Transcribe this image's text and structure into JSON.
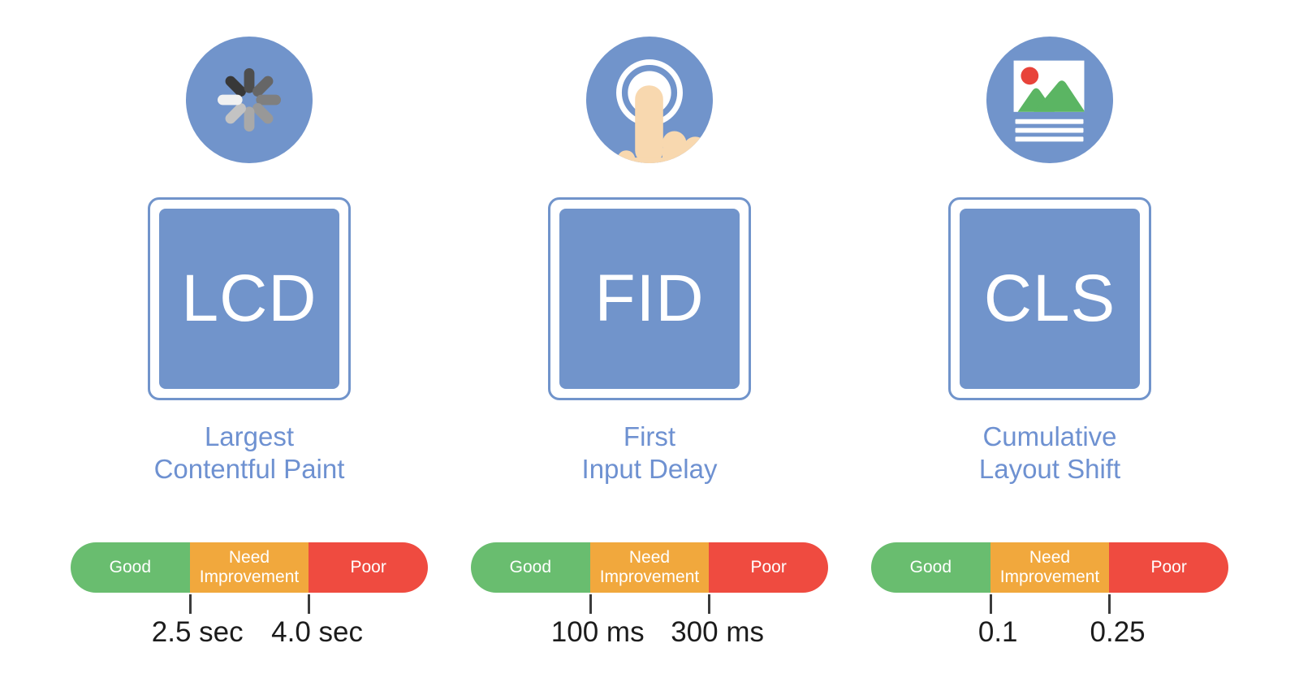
{
  "colors": {
    "blue": "#7194CB",
    "label_blue": "#6E91D1",
    "green": "#69BD6F",
    "orange": "#F1A83D",
    "red": "#EF4B40",
    "skin": "#F8D8AF",
    "sun_red": "#E8433A",
    "mountain_green": "#5BB563",
    "tick": "#3C3C3C",
    "value_text": "#1C1C1C"
  },
  "scale_labels": {
    "good": "Good",
    "need_line1": "Need",
    "need_line2": "Improvement",
    "poor": "Poor"
  },
  "metrics": [
    {
      "abbr": "LCD",
      "name_line1": "Largest",
      "name_line2": "Contentful Paint",
      "icon": "loading-spinner-icon",
      "threshold_low": "2.5 sec",
      "threshold_high": "4.0 sec"
    },
    {
      "abbr": "FID",
      "name_line1": "First",
      "name_line2": "Input Delay",
      "icon": "tap-touch-icon",
      "threshold_low": "100 ms",
      "threshold_high": "300 ms"
    },
    {
      "abbr": "CLS",
      "name_line1": "Cumulative",
      "name_line2": "Layout Shift",
      "icon": "image-document-icon",
      "threshold_low": "0.1",
      "threshold_high": "0.25"
    }
  ]
}
